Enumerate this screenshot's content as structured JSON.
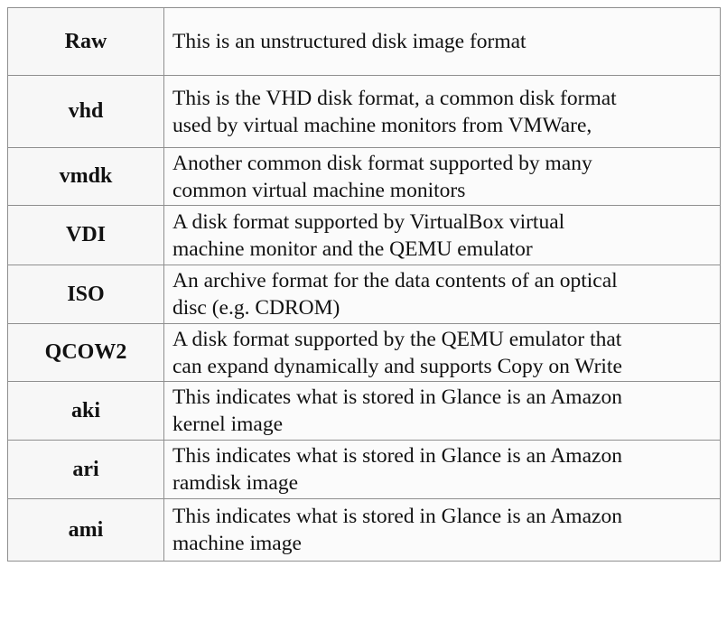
{
  "rows": [
    {
      "format": "Raw",
      "description_lines": [
        "This is an unstructured disk image format"
      ]
    },
    {
      "format": "vhd",
      "description_lines": [
        "This is the VHD disk format, a common disk format",
        "used by virtual machine monitors from VMWare,"
      ]
    },
    {
      "format": "vmdk",
      "description_lines": [
        "Another common disk format supported by many",
        "common virtual machine monitors"
      ]
    },
    {
      "format": "VDI",
      "description_lines": [
        "A disk format supported by VirtualBox virtual",
        "machine monitor and the QEMU emulator"
      ]
    },
    {
      "format": "ISO",
      "description_lines": [
        "An archive format for the data contents of an optical",
        "disc (e.g. CDROM)"
      ]
    },
    {
      "format": "QCOW2",
      "description_lines": [
        "A disk format supported by the QEMU emulator that",
        "can expand dynamically and supports Copy on Write"
      ]
    },
    {
      "format": "aki",
      "description_lines": [
        "This indicates what is stored in Glance is an Amazon",
        "kernel image"
      ]
    },
    {
      "format": "ari",
      "description_lines": [
        "This indicates what is stored in Glance is an Amazon",
        "ramdisk image"
      ]
    },
    {
      "format": "ami",
      "description_lines": [
        "This indicates what is stored in Glance is an Amazon",
        "machine image"
      ]
    }
  ]
}
